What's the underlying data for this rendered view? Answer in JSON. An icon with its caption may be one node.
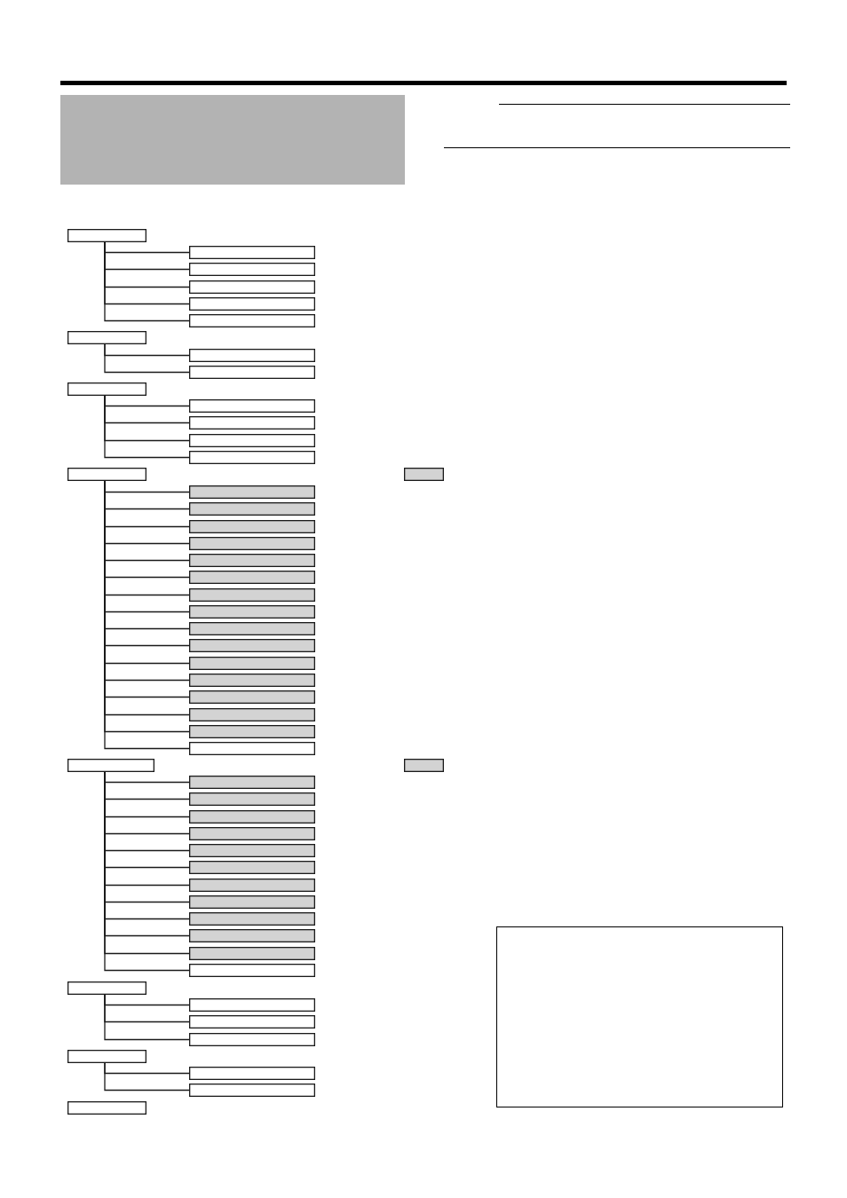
{
  "diagram": {
    "nodes": [
      {
        "text": [],
        "shape": "box"
      },
      {
        "text": [],
        "shape": "box"
      },
      {
        "text": [],
        "shape": "box"
      },
      {
        "text": [],
        "shape": "box"
      },
      {
        "text": [],
        "shape": "box"
      },
      {
        "text": [],
        "shape": "box"
      },
      {
        "text": [],
        "shape": "box"
      },
      {
        "text": [],
        "shape": "box"
      },
      {
        "text": [],
        "shape": "box"
      },
      {
        "text": [],
        "shape": "box"
      },
      {
        "text": [],
        "shape": "box"
      },
      {
        "text": [],
        "shape": "box"
      },
      {
        "text": [],
        "shape": "box"
      },
      {
        "text": [],
        "shape": "box"
      },
      {
        "text": [],
        "shape": "box"
      },
      {
        "text": [],
        "shape": "box"
      },
      {
        "text": [],
        "shape": "box"
      },
      {
        "text": [],
        "shape": "box"
      },
      {
        "text": [],
        "shape": "box"
      },
      {
        "text": [],
        "shape": "box"
      },
      {
        "text": [],
        "shape": "box"
      },
      {
        "text": [],
        "shape": "box"
      },
      {
        "text": [],
        "shape": "box"
      },
      {
        "text": [],
        "shape": "box"
      },
      {
        "text": [],
        "shape": "box"
      },
      {
        "text": [],
        "shape": "box"
      },
      {
        "text": [],
        "shape": "box"
      },
      {
        "text": [],
        "shape": "box"
      },
      {
        "text": [],
        "shape": "box"
      },
      {
        "text": [],
        "shape": "box"
      },
      {
        "text": [],
        "shape": "box"
      },
      {
        "text": [],
        "shape": "box"
      },
      {
        "text": [],
        "shape": "box"
      },
      {
        "text": [],
        "shape": "box"
      },
      {
        "text": [],
        "shape": "box"
      },
      {
        "text": [],
        "shape": "box"
      },
      {
        "text": [],
        "shape": "box"
      },
      {
        "text": [],
        "shape": "box"
      },
      {
        "text": [],
        "shape": "box"
      },
      {
        "text": [],
        "shape": "box"
      },
      {
        "text": [],
        "shape": "box"
      },
      {
        "text": [],
        "shape": "box"
      },
      {
        "text": [],
        "shape": "box"
      },
      {
        "text": [],
        "shape": "box"
      },
      {
        "text": [],
        "shape": "box"
      },
      {
        "text": [],
        "shape": "box"
      },
      {
        "text": [],
        "shape": "box"
      },
      {
        "text": [],
        "shape": "box"
      },
      {
        "text": [],
        "shape": "box"
      },
      {
        "text": [],
        "shape": "box"
      },
      {
        "text": [],
        "shape": "box"
      },
      {
        "text": [],
        "shape": "box"
      },
      {
        "text": [],
        "shape": "box"
      },
      {
        "text": [],
        "shape": "box"
      }
    ],
    "edges": [
      {
        "from": 0,
        "to": 1,
        "arrow": "none"
      },
      {
        "from": 0,
        "to": 2,
        "arrow": "none"
      },
      {
        "from": 0,
        "to": 3,
        "arrow": "none"
      },
      {
        "from": 0,
        "to": 4,
        "arrow": "none"
      },
      {
        "from": 0,
        "to": 5,
        "arrow": "none"
      },
      {
        "from": 6,
        "to": 7,
        "arrow": "none"
      },
      {
        "from": 6,
        "to": 8,
        "arrow": "none"
      },
      {
        "from": 9,
        "to": 10,
        "arrow": "none"
      },
      {
        "from": 9,
        "to": 11,
        "arrow": "none"
      },
      {
        "from": 9,
        "to": 12,
        "arrow": "none"
      },
      {
        "from": 9,
        "to": 13,
        "arrow": "none"
      },
      {
        "from": 14,
        "to": 16,
        "arrow": "none"
      },
      {
        "from": 14,
        "to": 17,
        "arrow": "none"
      },
      {
        "from": 14,
        "to": 18,
        "arrow": "none"
      },
      {
        "from": 14,
        "to": 19,
        "arrow": "none"
      },
      {
        "from": 14,
        "to": 20,
        "arrow": "none"
      },
      {
        "from": 14,
        "to": 21,
        "arrow": "none"
      },
      {
        "from": 14,
        "to": 22,
        "arrow": "none"
      },
      {
        "from": 14,
        "to": 23,
        "arrow": "none"
      },
      {
        "from": 14,
        "to": 24,
        "arrow": "none"
      },
      {
        "from": 14,
        "to": 25,
        "arrow": "none"
      },
      {
        "from": 14,
        "to": 26,
        "arrow": "none"
      },
      {
        "from": 14,
        "to": 27,
        "arrow": "none"
      },
      {
        "from": 14,
        "to": 28,
        "arrow": "none"
      },
      {
        "from": 14,
        "to": 29,
        "arrow": "none"
      },
      {
        "from": 14,
        "to": 30,
        "arrow": "none"
      },
      {
        "from": 14,
        "to": 31,
        "arrow": "none"
      },
      {
        "from": 32,
        "to": 34,
        "arrow": "none"
      },
      {
        "from": 32,
        "to": 35,
        "arrow": "none"
      },
      {
        "from": 32,
        "to": 36,
        "arrow": "none"
      },
      {
        "from": 32,
        "to": 37,
        "arrow": "none"
      },
      {
        "from": 32,
        "to": 38,
        "arrow": "none"
      },
      {
        "from": 32,
        "to": 39,
        "arrow": "none"
      },
      {
        "from": 32,
        "to": 40,
        "arrow": "none"
      },
      {
        "from": 32,
        "to": 41,
        "arrow": "none"
      },
      {
        "from": 32,
        "to": 42,
        "arrow": "none"
      },
      {
        "from": 32,
        "to": 43,
        "arrow": "none"
      },
      {
        "from": 32,
        "to": 44,
        "arrow": "none"
      },
      {
        "from": 32,
        "to": 45,
        "arrow": "none"
      },
      {
        "from": 46,
        "to": 47,
        "arrow": "none"
      },
      {
        "from": 46,
        "to": 48,
        "arrow": "none"
      },
      {
        "from": 46,
        "to": 49,
        "arrow": "none"
      },
      {
        "from": 50,
        "to": 51,
        "arrow": "none"
      },
      {
        "from": 50,
        "to": 52,
        "arrow": "none"
      }
    ]
  }
}
